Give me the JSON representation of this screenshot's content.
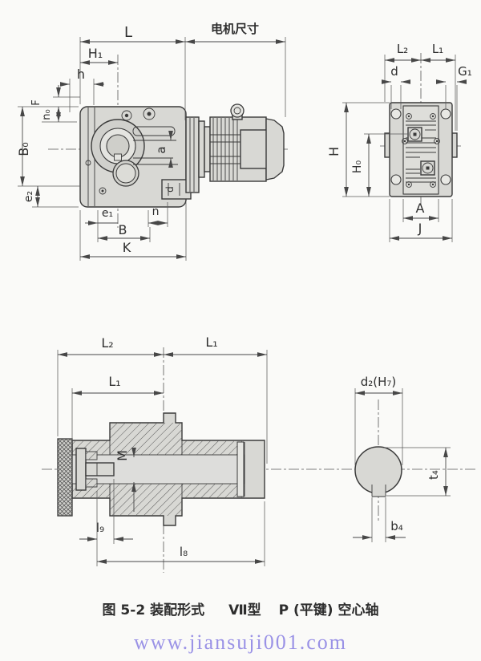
{
  "side_view": {
    "labels": {
      "L": "L",
      "motor_size": "电机尺寸",
      "H1": "H₁",
      "h": "h",
      "F": "F",
      "n0": "n₀",
      "B0": "B₀",
      "e2": "e₂",
      "a": "a",
      "d_foot": "d",
      "e1": "e₁",
      "n": "n",
      "B": "B",
      "K": "K"
    }
  },
  "front_view": {
    "labels": {
      "L2": "L₂",
      "L1": "L₁",
      "d": "d",
      "G1": "G₁",
      "H": "H",
      "H0": "H₀",
      "A": "A",
      "J": "J"
    }
  },
  "shaft_section": {
    "labels": {
      "L2": "L₂",
      "L1_outer": "L₁",
      "L1_inner": "L₁",
      "M": "M",
      "l9": "l₉",
      "l8": "l₈"
    }
  },
  "bore_section": {
    "labels": {
      "d2H7": "d₂(H₇)",
      "t4": "t₄",
      "b4": "b₄"
    }
  },
  "caption": {
    "figure_label": "图 5-2 装配形式",
    "model_label": "Ⅶ型",
    "shaft_label": "P (平键) 空心轴"
  },
  "watermark": {
    "url": "www.jiansuji001.com"
  },
  "colors": {
    "paper": "#fafaf8",
    "line": "#3a3a3a",
    "dim_line": "#474747",
    "metal_fill": "#d8d8d4",
    "watermark_text": "#9a92e6"
  }
}
